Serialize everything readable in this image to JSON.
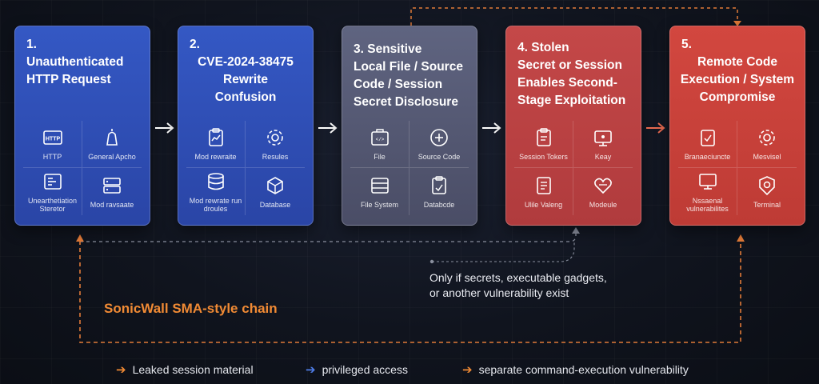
{
  "colors": {
    "orange": "#f08a34",
    "blue": "#4f7de8",
    "blue_card": "#2f4fb8",
    "gray_card": "#545870",
    "red_card": "#c04040"
  },
  "stages": [
    {
      "number": "1.",
      "title_lines": [
        "Unauthenticated",
        "HTTP Request"
      ],
      "icons": [
        {
          "icon": "http-icon",
          "label": "HTTP"
        },
        {
          "icon": "apache-feather-icon",
          "label": "General Apcho"
        },
        {
          "icon": "terminal-window-icon",
          "label": "Unearthetiation Steretor"
        },
        {
          "icon": "server-stack-icon",
          "label": "Mod ravsaate"
        }
      ]
    },
    {
      "number": "2.",
      "title_lines": [
        "CVE-2024-38475",
        "Rewrite",
        "Confusion"
      ],
      "icons": [
        {
          "icon": "clipboard-chart-icon",
          "label": "Mod rewraite"
        },
        {
          "icon": "gear-icon",
          "label": "Resules"
        },
        {
          "icon": "database-icon",
          "label": "Mod rewrate run droules"
        },
        {
          "icon": "cube-icon",
          "label": "Database"
        }
      ]
    },
    {
      "number": "3.",
      "title_lines": [
        "Sensitive",
        "Local File / Source",
        "Code / Session",
        "Secret Disclosure"
      ],
      "icons": [
        {
          "icon": "file-code-icon",
          "label": "File"
        },
        {
          "icon": "plus-circle-icon",
          "label": "Source Code"
        },
        {
          "icon": "file-system-icon",
          "label": "File System"
        },
        {
          "icon": "clipboard-lock-icon",
          "label": "Databcde"
        }
      ]
    },
    {
      "number": "4.",
      "title_lines": [
        "Stolen",
        "Secret or Session",
        "Enables Second-",
        "Stage Exploitation"
      ],
      "icons": [
        {
          "icon": "session-token-icon",
          "label": "Session Tokers"
        },
        {
          "icon": "key-card-icon",
          "label": "Keay"
        },
        {
          "icon": "list-doc-icon",
          "label": "Ulile Valeng"
        },
        {
          "icon": "module-heart-icon",
          "label": "Modeule"
        }
      ]
    },
    {
      "number": "5.",
      "title_lines": [
        "Remote Code",
        "Execution / System",
        "Compromise"
      ],
      "icons": [
        {
          "icon": "shield-doc-icon",
          "label": "Branaeciuncte"
        },
        {
          "icon": "gear-icon",
          "label": "Mesvisel"
        },
        {
          "icon": "monitor-icon",
          "label": "Nssaenal vulnerabilites"
        },
        {
          "icon": "settings-badge-icon",
          "label": "Terminal"
        }
      ]
    }
  ],
  "note_lines": [
    "Only if secrets, executable gadgets,",
    "or another vulnerability exist"
  ],
  "chain_label": "SonicWall SMA-style chain",
  "legend": [
    {
      "arrow": "➔",
      "color": "#f08a34",
      "label": "Leaked session material"
    },
    {
      "arrow": "➔",
      "color": "#4f7de8",
      "label": "privileged access"
    },
    {
      "arrow": "➔",
      "color": "#f08a34",
      "label": "separate command-execution vulnerability"
    }
  ]
}
